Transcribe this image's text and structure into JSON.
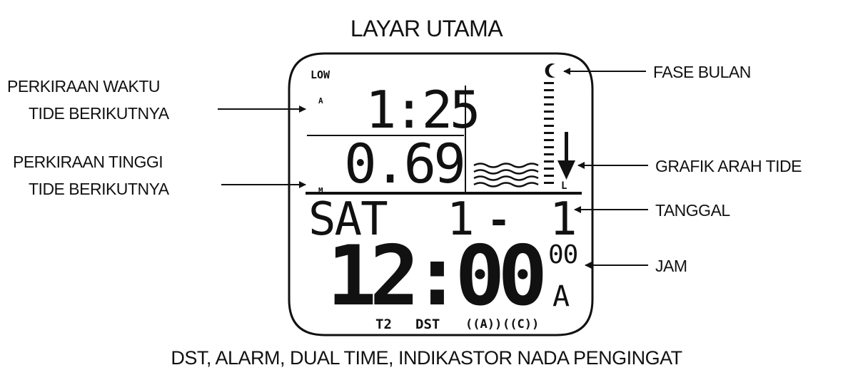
{
  "title": "LAYAR UTAMA",
  "footer": "DST, ALARM, DUAL TIME, INDIKASTOR NADA PENGINGAT",
  "labels": {
    "next_tide_time_1": "PERKIRAAN WAKTU",
    "next_tide_time_2": "TIDE BERIKUTNYA",
    "next_tide_height_1": "PERKIRAAN TINGGI",
    "next_tide_height_2": "TIDE BERIKUTNYA",
    "moon_phase": "FASE BULAN",
    "tide_graph": "GRAFIK ARAH TIDE",
    "date": "TANGGAL",
    "clock": "JAM"
  },
  "display": {
    "tide_state": "LOW",
    "tide_time_unit": "A",
    "tide_time": "1:25",
    "tide_height_unit": "M",
    "tide_height": "0.69",
    "tide_level_mark": "L",
    "day": "SAT",
    "month": "1",
    "date_sep": "-",
    "date": "1",
    "time": "12:00",
    "seconds": "00",
    "ampm": "A",
    "ind_t2": "T2",
    "ind_dst": "DST",
    "ind_alarm": "((A))",
    "ind_chime": "((C))"
  }
}
